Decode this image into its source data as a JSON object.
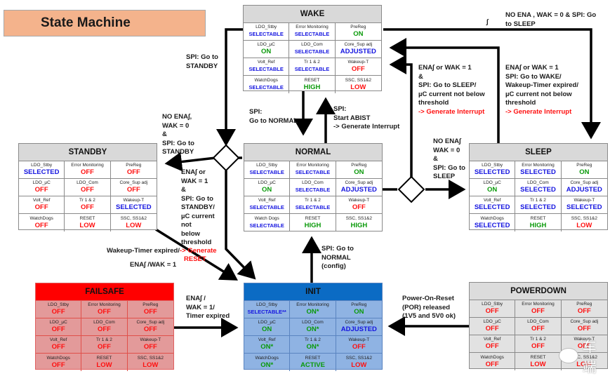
{
  "title": "State Machine",
  "states": {
    "wake": {
      "name": "WAKE",
      "cells": [
        {
          "label": "LDO_Stby",
          "value": "SELECTABLE",
          "color": "blue"
        },
        {
          "label": "Error Monitoring",
          "value": "SELECTABLE",
          "color": "blue"
        },
        {
          "label": "PreReg",
          "value": "ON",
          "color": "green"
        },
        {
          "label": "LDO_µC",
          "value": "ON",
          "color": "green"
        },
        {
          "label": "LDO_Com",
          "value": "SELECTABLE",
          "color": "blue"
        },
        {
          "label": "Core_Sup adj",
          "value": "ADJUSTED",
          "color": "blue"
        },
        {
          "label": "Volt_Ref",
          "value": "SELECTABLE",
          "color": "blue"
        },
        {
          "label": "Tr 1 & 2",
          "value": "SELECTABLE",
          "color": "blue"
        },
        {
          "label": "Wakeup-T",
          "value": "OFF",
          "color": "red"
        },
        {
          "label": "WatchDogs",
          "value": "SELECTABLE",
          "color": "blue"
        },
        {
          "label": "RESET",
          "value": "HIGH",
          "color": "green"
        },
        {
          "label": "SSC, SS1&2",
          "value": "LOW",
          "color": "red"
        }
      ]
    },
    "standby": {
      "name": "STANDBY",
      "cells": [
        {
          "label": "LDO_Stby",
          "value": "SELECTED",
          "color": "blue"
        },
        {
          "label": "Error Monitoring",
          "value": "OFF",
          "color": "red"
        },
        {
          "label": "PreReg",
          "value": "OFF",
          "color": "red"
        },
        {
          "label": "LDO_µC",
          "value": "OFF",
          "color": "red"
        },
        {
          "label": "LDO_Com",
          "value": "OFF",
          "color": "red"
        },
        {
          "label": "Core_Sup adj",
          "value": "OFF",
          "color": "red"
        },
        {
          "label": "Volt_Ref",
          "value": "OFF",
          "color": "red"
        },
        {
          "label": "Tr 1 & 2",
          "value": "OFF",
          "color": "red"
        },
        {
          "label": "Wakeup-T",
          "value": "SELECTED",
          "color": "blue"
        },
        {
          "label": "WatchDogs",
          "value": "OFF",
          "color": "red"
        },
        {
          "label": "RESET",
          "value": "LOW",
          "color": "red"
        },
        {
          "label": "SSC, SS1&2",
          "value": "LOW",
          "color": "red"
        }
      ]
    },
    "normal": {
      "name": "NORMAL",
      "cells": [
        {
          "label": "LDO_Stby",
          "value": "SELECTABLE",
          "color": "blue"
        },
        {
          "label": "Error Monitoring",
          "value": "SELECTABLE",
          "color": "blue"
        },
        {
          "label": "PreReg",
          "value": "ON",
          "color": "green"
        },
        {
          "label": "LDO_µC",
          "value": "ON",
          "color": "green"
        },
        {
          "label": "LDO_Com",
          "value": "SELECTABLE",
          "color": "blue"
        },
        {
          "label": "Core_Sup adj",
          "value": "ADJUSTED",
          "color": "blue"
        },
        {
          "label": "Volt_Ref",
          "value": "SELECTABLE",
          "color": "blue"
        },
        {
          "label": "Tr 1 & 2",
          "value": "SELECTABLE",
          "color": "blue"
        },
        {
          "label": "Wakeup-T",
          "value": "OFF",
          "color": "red"
        },
        {
          "label": "Watch Dogs",
          "value": "SELECTABLE",
          "color": "blue"
        },
        {
          "label": "RESET",
          "value": "HIGH",
          "color": "green"
        },
        {
          "label": "SSC, SS1&2",
          "value": "HIGH",
          "color": "green"
        }
      ]
    },
    "sleep": {
      "name": "SLEEP",
      "cells": [
        {
          "label": "LDO_Stby",
          "value": "SELECTED",
          "color": "blue"
        },
        {
          "label": "Error Monitoring",
          "value": "SELECTED",
          "color": "blue"
        },
        {
          "label": "PreReg",
          "value": "ON",
          "color": "green"
        },
        {
          "label": "LDO_µC",
          "value": "ON",
          "color": "green"
        },
        {
          "label": "LDO_Com",
          "value": "SELECTED",
          "color": "blue"
        },
        {
          "label": "Core_Sup adj",
          "value": "ADJUSTED",
          "color": "blue"
        },
        {
          "label": "Volt_Ref",
          "value": "SELECTED",
          "color": "blue"
        },
        {
          "label": "Tr 1 & 2",
          "value": "SELECTED",
          "color": "blue"
        },
        {
          "label": "Wakeup-T",
          "value": "SELECTED",
          "color": "blue"
        },
        {
          "label": "WatchDogs",
          "value": "SELECTED",
          "color": "blue"
        },
        {
          "label": "RESET",
          "value": "HIGH",
          "color": "green"
        },
        {
          "label": "SSC, SS1&2",
          "value": "LOW",
          "color": "red"
        }
      ]
    },
    "failsafe": {
      "name": "FAILSAFE",
      "cells": [
        {
          "label": "LDO_Stby",
          "value": "OFF",
          "color": "red"
        },
        {
          "label": "Error Monitoring",
          "value": "OFF",
          "color": "red"
        },
        {
          "label": "PreReg",
          "value": "OFF",
          "color": "red"
        },
        {
          "label": "LDO_µC",
          "value": "OFF",
          "color": "red"
        },
        {
          "label": "LDO_Com",
          "value": "OFF",
          "color": "red"
        },
        {
          "label": "Core_Sup adj",
          "value": "OFF",
          "color": "red"
        },
        {
          "label": "Volt_Ref",
          "value": "OFF",
          "color": "red"
        },
        {
          "label": "Tr 1 & 2",
          "value": "OFF",
          "color": "red"
        },
        {
          "label": "Wakeup-T",
          "value": "OFF",
          "color": "red"
        },
        {
          "label": "WatchDogs",
          "value": "OFF",
          "color": "red"
        },
        {
          "label": "RESET",
          "value": "LOW",
          "color": "red"
        },
        {
          "label": "SSC, SS1&2",
          "value": "LOW",
          "color": "red"
        }
      ]
    },
    "init": {
      "name": "INIT",
      "cells": [
        {
          "label": "LDO_Stby",
          "value": "SELECTABLE**",
          "color": "blue"
        },
        {
          "label": "Error Monitoring",
          "value": "ON*",
          "color": "green"
        },
        {
          "label": "PreReg",
          "value": "ON",
          "color": "green"
        },
        {
          "label": "LDO_µC",
          "value": "ON",
          "color": "green"
        },
        {
          "label": "LDO_Com",
          "value": "ON*",
          "color": "green"
        },
        {
          "label": "Core_Sup adj",
          "value": "ADJUSTED",
          "color": "blue"
        },
        {
          "label": "Volt_Ref",
          "value": "ON*",
          "color": "green"
        },
        {
          "label": "Tr 1 & 2",
          "value": "ON*",
          "color": "green"
        },
        {
          "label": "Wakeup-T",
          "value": "OFF",
          "color": "red"
        },
        {
          "label": "WatchDogs",
          "value": "ON*",
          "color": "green"
        },
        {
          "label": "RESET",
          "value": "ACTIVE",
          "color": "green"
        },
        {
          "label": "SSC, SS1&2",
          "value": "LOW",
          "color": "red"
        }
      ]
    },
    "powerdown": {
      "name": "POWERDOWN",
      "cells": [
        {
          "label": "LDO_Stby",
          "value": "OFF",
          "color": "red"
        },
        {
          "label": "Error Monitoring",
          "value": "OFF",
          "color": "red"
        },
        {
          "label": "PreReg",
          "value": "OFF",
          "color": "red"
        },
        {
          "label": "LDO_µC",
          "value": "OFF",
          "color": "red"
        },
        {
          "label": "LDO_Com",
          "value": "OFF",
          "color": "red"
        },
        {
          "label": "Core_Sup adj",
          "value": "OFF",
          "color": "red"
        },
        {
          "label": "Volt_Ref",
          "value": "OFF",
          "color": "red"
        },
        {
          "label": "Tr 1 & 2",
          "value": "OFF",
          "color": "red"
        },
        {
          "label": "Wakeup-T",
          "value": "OFF",
          "color": "red"
        },
        {
          "label": "WatchDogs",
          "value": "OFF",
          "color": "red"
        },
        {
          "label": "RESET",
          "value": "LOW",
          "color": "red"
        },
        {
          "label": "SSC, SS1&2",
          "value": "LOW",
          "color": "red"
        }
      ]
    }
  },
  "transitions": {
    "wake_to_standby": [
      "SPI: Go to",
      "STANDBY"
    ],
    "to_standby_cond": [
      "NO ENA∫,",
      "WAK = 0",
      "&",
      "SPI: Go to",
      "STANDBY"
    ],
    "standby_to_init_cond": [
      "ENA∫  or",
      "WAK = 1",
      "&",
      "SPI: Go to",
      "STANDBY/",
      "µC current",
      "not",
      "below",
      "threshold"
    ],
    "standby_to_init_red": "-> Generate RESET",
    "standby_wakeup": "Wakeup-Timer expired/",
    "standby_ena": "ENA∫ /WAK = 1",
    "wake_to_normal": [
      "SPI:",
      "Go to NORMAL"
    ],
    "normal_to_wake": [
      "SPI:",
      "Start ABIST",
      "-> Generate Interrupt"
    ],
    "wake_to_sleep": [
      "NO ENA , WAK = 0 & SPI: Go",
      "to SLEEP"
    ],
    "wake_to_sleep_symbol": "∫",
    "sleep_to_normal_cond": [
      "ENA∫   or WAK = 1",
      "&",
      "SPI: Go to SLEEP/",
      "µC current not below",
      "threshold"
    ],
    "sleep_to_normal_red": "-> Generate Interrupt",
    "sleep_to_wake_cond": [
      "ENA∫   or WAK = 1",
      "SPI: Go to WAKE/",
      "Wakeup-Timer expired/",
      "µC current not below",
      "threshold"
    ],
    "sleep_to_wake_red": "-> Generate Interrupt",
    "normal_to_sleep_cond": [
      "NO ENA∫",
      "WAK = 0",
      "&",
      "SPI: Go to",
      "SLEEP"
    ],
    "init_to_normal": [
      "SPI: Go to",
      "NORMAL",
      "(config)"
    ],
    "failsafe_to_init": [
      "ENA∫ /",
      "WAK = 1/",
      "Timer expired"
    ],
    "powerdown_to_init": [
      "Power-On-Reset",
      "(POR) released",
      "(1V5 and 5V0 ok)"
    ]
  },
  "colors": {
    "blue": "#1515e0",
    "green": "#0a9a0a",
    "red": "#ff1010",
    "title_bg": "#f4b38c",
    "failsafe_header": "#ff0000",
    "init_header": "#0b6bc4"
  },
  "watermark": "车端"
}
